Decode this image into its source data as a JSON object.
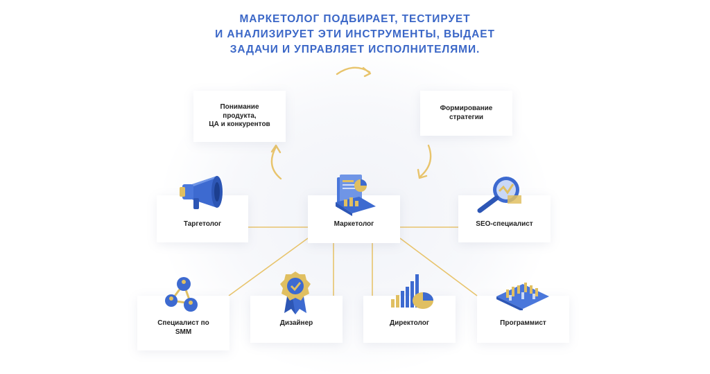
{
  "heading": {
    "line1": "МАРКЕТОЛОГ ПОДБИРАЕТ, ТЕСТИРУЕТ",
    "line2": "И АНАЛИЗИРУЕТ ЭТИ ИНСТРУМЕНТЫ, ВЫДАЕТ",
    "line3": "ЗАДАЧИ И УПРАВЛЯЕТ ИСПОЛНИТЕЛЯМИ."
  },
  "cycle": {
    "understanding": "Понимание\nпродукта,\nЦА и конкурентов",
    "strategy": "Формирование\nстратегии"
  },
  "roles": {
    "marketer": "Маркетолог",
    "targetologist": "Таргетолог",
    "seo": "SEO-специалист",
    "smm": "Специалист по\nSMM",
    "designer": "Дизайнер",
    "direct": "Директолог",
    "programmer": "Программист"
  },
  "colors": {
    "heading": "#3b67c7",
    "connector": "#e8c46c",
    "icon_blue": "#3d6ad0",
    "icon_gold": "#e0bf61"
  },
  "icons": {
    "targetologist": "megaphone-icon",
    "marketer": "documents-chart-icon",
    "seo": "magnifier-icon",
    "smm": "network-nodes-icon",
    "designer": "award-badge-icon",
    "direct": "bar-pie-chart-icon",
    "programmer": "isometric-code-icon"
  }
}
